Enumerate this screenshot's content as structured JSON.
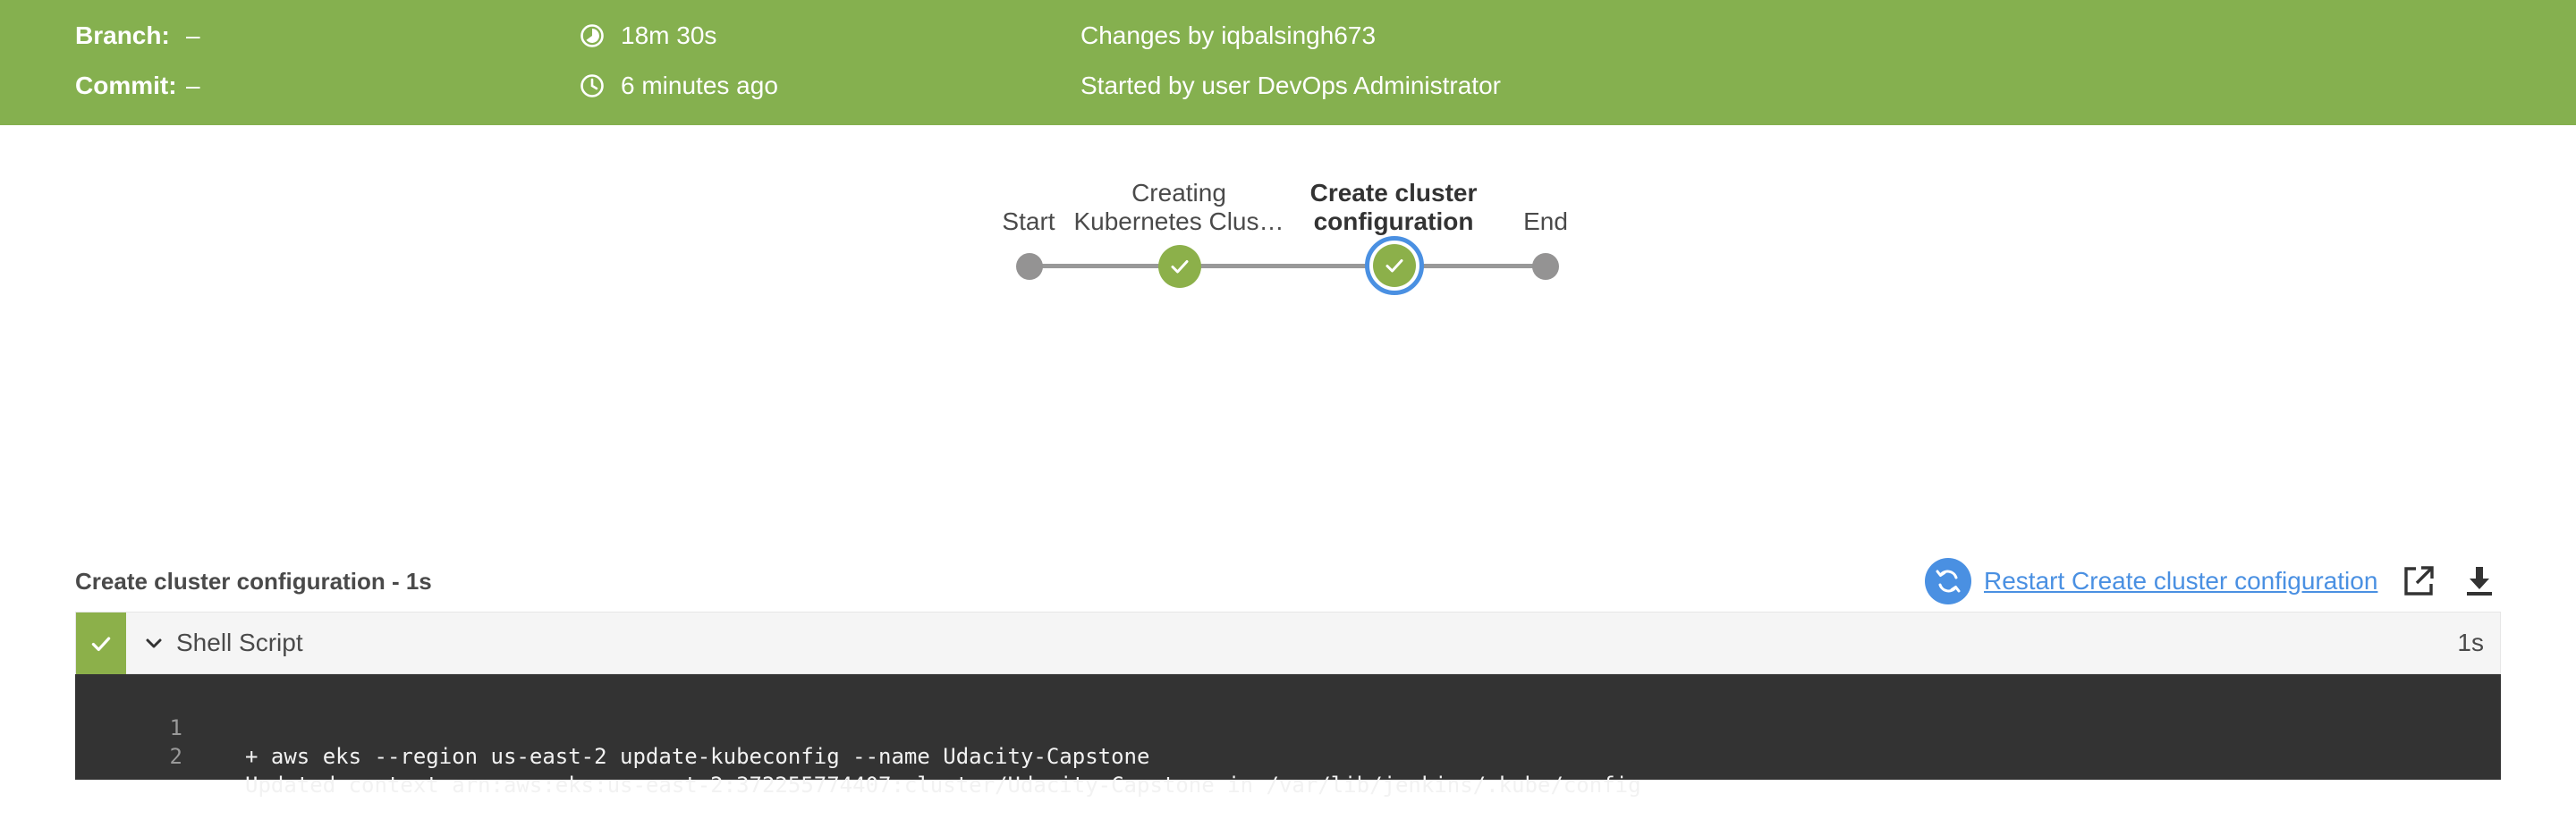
{
  "header": {
    "branch_label": "Branch:",
    "branch_value": "–",
    "commit_label": "Commit:",
    "commit_value": "–",
    "duration": "18m 30s",
    "started_ago": "6 minutes ago",
    "changes_by": "Changes by iqbalsingh673",
    "started_by": "Started by user DevOps Administrator",
    "bg_color": "#85b04f"
  },
  "pipeline": {
    "stages": [
      {
        "label": "Start",
        "state": "start"
      },
      {
        "label_line1": "Creating",
        "label_line2": "Kubernetes Clus…",
        "state": "success"
      },
      {
        "label_line1": "Create cluster",
        "label_line2": "configuration",
        "state": "success-selected"
      },
      {
        "label": "End",
        "state": "end"
      }
    ]
  },
  "step": {
    "title": "Create cluster configuration - 1s",
    "restart_label": "Restart Create cluster configuration",
    "restart_icon": "refresh-icon",
    "open_icon": "external-link-icon",
    "download_icon": "download-icon"
  },
  "log": {
    "name": "Shell Script",
    "duration": "1s",
    "status": "success",
    "lines": [
      {
        "num": "1",
        "text": "+ aws eks --region us-east-2 update-kubeconfig --name Udacity-Capstone"
      },
      {
        "num": "2",
        "text": "Updated context arn:aws:eks:us-east-2:372255774407:cluster/Udacity-Capstone in /var/lib/jenkins/.kube/config"
      }
    ]
  },
  "colors": {
    "success": "#8cb04a",
    "accent": "#4a90e2",
    "console_bg": "#333333"
  }
}
